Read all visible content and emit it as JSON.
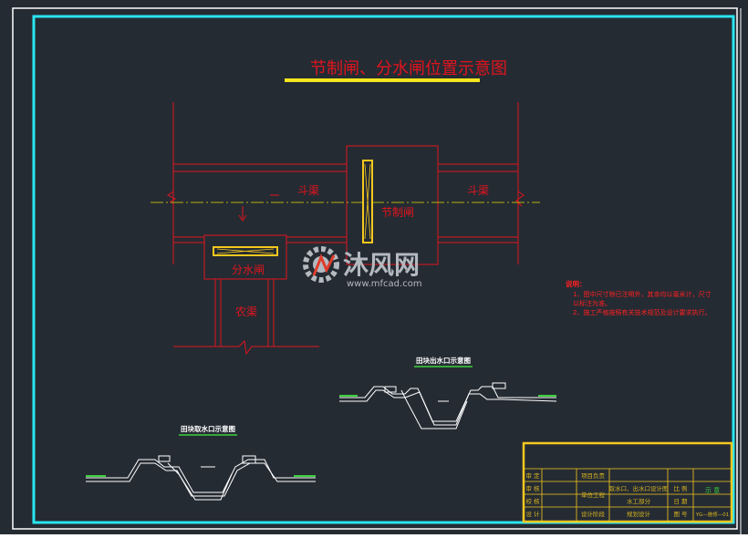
{
  "colors": {
    "background": "#252b33",
    "frame_outer": "#ffffff",
    "frame_inner": "#29e6f0",
    "canal_lines": "#e0141e",
    "title_text": "#e0141e",
    "title_underline": "#f5e61e",
    "gate_outline": "#f5c81e",
    "centerline": "#e0e000",
    "watermark": "#b4b9c0",
    "watermark_accent": "#e03c2a",
    "notes_text": "#ff2020",
    "titleblock_frame": "#f5c81e",
    "titleblock_text": "#d7b41e",
    "titleblock_green": "#3cd23c",
    "detail_lines": "#ffffff",
    "detail_green": "#3cd23c"
  },
  "icons": {
    "watermark_logo": "mfcad-gear-logo"
  },
  "drawing": {
    "title": "节制闸、分水闸位置示意图",
    "label_douqu_left": "斗渠",
    "label_douqu_right": "斗渠",
    "label_jiezhizha": "节制闸",
    "label_fenshuizha": "分水闸",
    "label_nongqu": "农渠"
  },
  "watermark": {
    "brand": "沐风网",
    "url": "www.mfcad.com"
  },
  "notes": {
    "heading": "说明：",
    "lines": [
      "1、图中尺寸除已注明外，其余均以毫米计，尺寸",
      "   以标注为准。",
      "2、施工严格按照有关技术规范及设计要求执行。"
    ]
  },
  "details": {
    "outlet_title": "田块出水口示意图",
    "inlet_title": "田块取水口示意图"
  },
  "titleblock": {
    "rows": [
      [
        "审 定",
        "项目负责",
        "",
        ""
      ],
      [
        "审 核",
        "单位工程",
        "取水口、出水口设计图",
        "比 例"
      ],
      [
        "校 核",
        "",
        "水工部分",
        "日 期"
      ],
      [
        "设 计",
        "设计阶段",
        "规划设计",
        "图 号"
      ]
    ],
    "scale_value": "示 意",
    "drawing_no": "YG—施修—01"
  }
}
